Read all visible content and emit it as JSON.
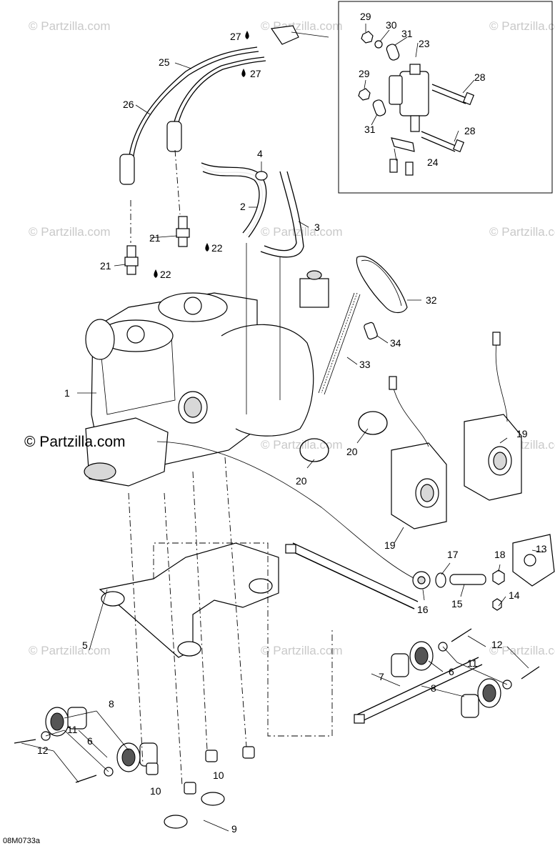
{
  "diagram": {
    "drawing_code": "08M0733a",
    "watermark_small": "© Partzilla.com",
    "watermark_large": "© Partzilla.com",
    "callouts": [
      {
        "id": "c1",
        "text": "1"
      },
      {
        "id": "c2",
        "text": "2"
      },
      {
        "id": "c3",
        "text": "3"
      },
      {
        "id": "c4",
        "text": "4"
      },
      {
        "id": "c5",
        "text": "5"
      },
      {
        "id": "c6a",
        "text": "6"
      },
      {
        "id": "c6b",
        "text": "6"
      },
      {
        "id": "c7",
        "text": "7"
      },
      {
        "id": "c8a",
        "text": "8"
      },
      {
        "id": "c8b",
        "text": "8"
      },
      {
        "id": "c9",
        "text": "9"
      },
      {
        "id": "c10a",
        "text": "10"
      },
      {
        "id": "c10b",
        "text": "10"
      },
      {
        "id": "c11a",
        "text": "11"
      },
      {
        "id": "c11b",
        "text": "11"
      },
      {
        "id": "c12a",
        "text": "12"
      },
      {
        "id": "c12b",
        "text": "12"
      },
      {
        "id": "c13",
        "text": "13"
      },
      {
        "id": "c14",
        "text": "14"
      },
      {
        "id": "c15",
        "text": "15"
      },
      {
        "id": "c16",
        "text": "16"
      },
      {
        "id": "c17",
        "text": "17"
      },
      {
        "id": "c18",
        "text": "18"
      },
      {
        "id": "c19a",
        "text": "19"
      },
      {
        "id": "c19b",
        "text": "19"
      },
      {
        "id": "c20a",
        "text": "20"
      },
      {
        "id": "c20b",
        "text": "20"
      },
      {
        "id": "c21a",
        "text": "21"
      },
      {
        "id": "c21b",
        "text": "21"
      },
      {
        "id": "c22a",
        "text": "22"
      },
      {
        "id": "c22b",
        "text": "22"
      },
      {
        "id": "c23",
        "text": "23"
      },
      {
        "id": "c24",
        "text": "24"
      },
      {
        "id": "c25",
        "text": "25"
      },
      {
        "id": "c26",
        "text": "26"
      },
      {
        "id": "c27a",
        "text": "27"
      },
      {
        "id": "c27b",
        "text": "27"
      },
      {
        "id": "c28a",
        "text": "28"
      },
      {
        "id": "c28b",
        "text": "28"
      },
      {
        "id": "c29a",
        "text": "29"
      },
      {
        "id": "c29b",
        "text": "29"
      },
      {
        "id": "c30",
        "text": "30"
      },
      {
        "id": "c31a",
        "text": "31"
      },
      {
        "id": "c31b",
        "text": "31"
      },
      {
        "id": "c32",
        "text": "32"
      },
      {
        "id": "c33",
        "text": "33"
      },
      {
        "id": "c34",
        "text": "34"
      }
    ]
  }
}
